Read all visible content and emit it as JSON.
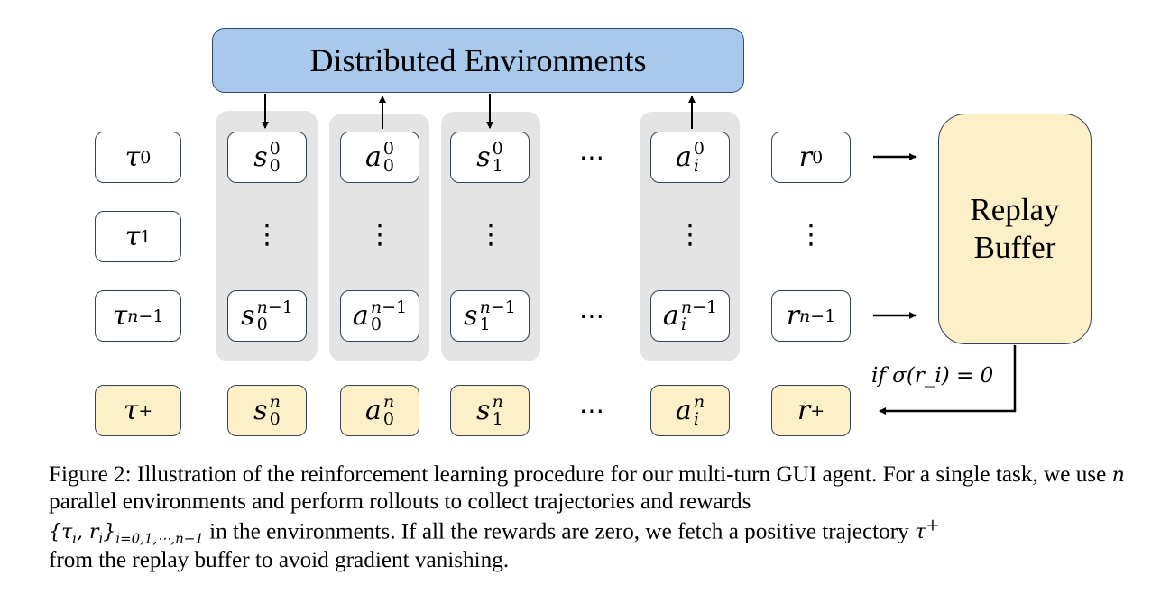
{
  "environments_label": "Distributed Environments",
  "replay_buffer": {
    "line1": "Replay",
    "line2": "Buffer"
  },
  "condition_label": "if σ(r_i) = 0",
  "rows": {
    "tau0": "τ",
    "tau1": "τ",
    "taun1": "τ",
    "tauplus": "τ",
    "s": "s",
    "a": "a",
    "r": "r"
  },
  "caption": {
    "p1": "Figure 2: Illustration of the reinforcement learning procedure for our multi-turn GUI agent. For a single task, we use",
    "p2": "parallel environments and perform rollouts to collect trajectories and rewards",
    "p3": "in the environments. If all the rewards are zero, we fetch a positive trajectory",
    "p4": "from the replay buffer to avoid gradient vanishing."
  },
  "colors": {
    "environment_fill": "#a8c8ec",
    "positive_fill": "#fdefc8",
    "column_shade": "#e4e4e4"
  }
}
